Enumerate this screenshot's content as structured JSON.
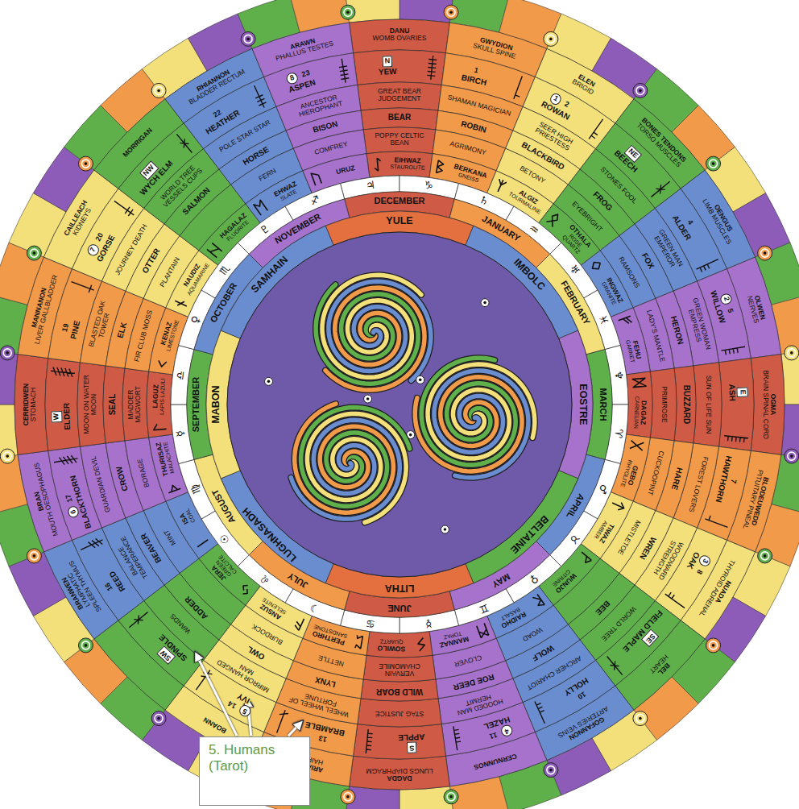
{
  "diagram": {
    "nodes": [
      {
        "text": [
          "DANU",
          "WOMB OVARIES"
        ]
      },
      {
        "text": [
          "GWYDION",
          "SKULL SPINE"
        ]
      },
      {
        "text": [
          "ELEN",
          "BRIGID"
        ]
      },
      {
        "text": [
          "BONES TENDONS",
          "TORSO MUSCLES"
        ]
      },
      {
        "text": [
          "OENGUS",
          "LIMB MUSCLES"
        ]
      },
      {
        "text": [
          "OLWEN",
          "NERVES"
        ]
      },
      {
        "text": [
          "OGMA",
          "BRAIN SPINAL CORD"
        ]
      },
      {
        "text": [
          "BLODEUWEDD",
          "PITUITARY PINEAL"
        ]
      },
      {
        "text": [
          "NUADA",
          "THYROID ADRENAL"
        ]
      },
      {
        "text": [
          "BEL",
          "HEART"
        ]
      },
      {
        "text": [
          "GOFANNON",
          "ARTERIES VEINS"
        ]
      },
      {
        "text": [
          "CERNUNNOS"
        ]
      },
      {
        "text": [
          "DAGDA",
          "LUNGS DIAPHRAGM"
        ]
      },
      {
        "text": [
          "ARIANRHOD",
          "HAIR NAILS"
        ]
      },
      {
        "text": [
          "BOANN"
        ]
      },
      {
        "text": [
          "BRANWEN",
          "LYMPHATIC",
          "SPLEEN THYMUS"
        ]
      },
      {
        "text": [
          "BRAN",
          "MOUTH OESOPHAGUS"
        ]
      },
      {
        "text": [
          "CERRIDWEN",
          "STOMACH"
        ]
      },
      {
        "text": [
          "MANNANON",
          "LIVER GALLBLADDER"
        ]
      },
      {
        "text": [
          "CAILLEACH",
          "KIDNEYS"
        ]
      },
      {
        "text": [
          "MORRIGAN"
        ]
      },
      {
        "text": [
          "RHIANNON",
          "BLADDER RECTUM"
        ]
      },
      {
        "text": [
          "ARAWN",
          "PHALLUS TESTES"
        ]
      },
      {
        "text": [
          "YEW",
          "N"
        ]
      },
      {
        "text": [
          "BIRCH",
          "1"
        ]
      },
      {
        "text": [
          "ROWAN",
          "1",
          "2"
        ]
      },
      {
        "text": [
          "BEECH",
          "NE"
        ]
      },
      {
        "text": [
          "ALDER",
          "4"
        ]
      },
      {
        "text": [
          "WILLOW",
          "2",
          "5"
        ]
      },
      {
        "text": [
          "ASH",
          "E"
        ]
      },
      {
        "text": [
          "HAWTHORN",
          "7"
        ]
      },
      {
        "text": [
          "OAK",
          "3",
          "8"
        ]
      },
      {
        "text": [
          "FIELD MAPLE",
          "SE"
        ]
      },
      {
        "text": [
          "HOLLY",
          "10"
        ]
      },
      {
        "text": [
          "HAZEL",
          "4",
          "11"
        ]
      },
      {
        "text": [
          "APPLE",
          "S"
        ]
      },
      {
        "text": [
          "BRAMBLE",
          "13"
        ]
      },
      {
        "text": [
          "IVY",
          "5",
          "14"
        ]
      },
      {
        "text": [
          "SPINDLE",
          "SW"
        ]
      },
      {
        "text": [
          "REED",
          "16"
        ]
      },
      {
        "text": [
          "BLACKTHORN",
          "6",
          "17"
        ]
      },
      {
        "text": [
          "ELDER",
          "W"
        ]
      },
      {
        "text": [
          "PINE",
          "19"
        ]
      },
      {
        "text": [
          "GORSE",
          "7",
          "20"
        ]
      },
      {
        "text": [
          "WYCH ELM",
          "NW"
        ]
      },
      {
        "text": [
          "HEATHER",
          "22"
        ]
      },
      {
        "text": [
          "ASPEN",
          "8",
          "23"
        ]
      },
      {
        "text": [
          "GREAT BEAR JUDGEMENT"
        ]
      },
      {
        "text": [
          "SHAMAN MAGICIAN"
        ]
      },
      {
        "text": [
          "SEER HIGH PRIESTESS"
        ]
      },
      {
        "text": [
          "STONES FOOL"
        ]
      },
      {
        "text": [
          "GREEN MAN EMPEROR"
        ]
      },
      {
        "text": [
          "GREEN WOMAN EMPRESS"
        ]
      },
      {
        "text": [
          "SUN OF LIFE SUN"
        ]
      },
      {
        "text": [
          "FOREST LOVERS"
        ]
      },
      {
        "text": [
          "WOODWARD STRENGTH"
        ]
      },
      {
        "text": [
          "WORLD TREE"
        ]
      },
      {
        "text": [
          "ARCHER CHARIOT"
        ]
      },
      {
        "text": [
          "HOODED MAN HERMIT"
        ]
      },
      {
        "text": [
          "STAG JUSTICE"
        ]
      },
      {
        "text": [
          "WHEEL WHEEL OF FORTUNE"
        ]
      },
      {
        "text": [
          "MIRROR HANGED MAN"
        ]
      },
      {
        "text": [
          "WANDS"
        ]
      },
      {
        "text": [
          "BALANCE TEMPERANCE"
        ]
      },
      {
        "text": [
          "GUARDIAN DEVIL"
        ]
      },
      {
        "text": [
          "MOON ON WATER MOON"
        ]
      },
      {
        "text": [
          "BLASTED OAK TOWER"
        ]
      },
      {
        "text": [
          "JOURNEY DEATH"
        ]
      },
      {
        "text": [
          "WORLD TREE VESSELS CUPS"
        ]
      },
      {
        "text": [
          "POLE STAR STAR"
        ]
      },
      {
        "text": [
          "ANCESTOR HIEROPHANT"
        ]
      },
      {
        "text": [
          "BEAR"
        ]
      },
      {
        "text": [
          "ROBIN"
        ]
      },
      {
        "text": [
          "BLACKBIRD"
        ]
      },
      {
        "text": [
          "FROG"
        ]
      },
      {
        "text": [
          "FOX"
        ]
      },
      {
        "text": [
          "HERON"
        ]
      },
      {
        "text": [
          "BUZZARD"
        ]
      },
      {
        "text": [
          "HARE"
        ]
      },
      {
        "text": [
          "WREN"
        ]
      },
      {
        "text": [
          "BEE"
        ]
      },
      {
        "text": [
          "WOLF"
        ]
      },
      {
        "text": [
          "ROE DEER"
        ]
      },
      {
        "text": [
          "WILD BOAR"
        ]
      },
      {
        "text": [
          "LYNX"
        ]
      },
      {
        "text": [
          "OWL"
        ]
      },
      {
        "text": [
          "ADDER"
        ]
      },
      {
        "text": [
          "BEAVER"
        ]
      },
      {
        "text": [
          "CROW"
        ]
      },
      {
        "text": [
          "SEAL"
        ]
      },
      {
        "text": [
          "ELK"
        ]
      },
      {
        "text": [
          "OTTER"
        ]
      },
      {
        "text": [
          "SALMON"
        ]
      },
      {
        "text": [
          "HORSE"
        ]
      },
      {
        "text": [
          "BISON"
        ]
      },
      {
        "text": [
          "POPPY CELTIC BEAN"
        ]
      },
      {
        "text": [
          "AGRIMONY"
        ]
      },
      {
        "text": [
          "BETONY"
        ]
      },
      {
        "text": [
          "EYEBRIGHT"
        ]
      },
      {
        "text": [
          "RAMSONS"
        ]
      },
      {
        "text": [
          "LADY'S MANTLE"
        ]
      },
      {
        "text": [
          "PRIMROSE"
        ]
      },
      {
        "text": [
          "CUCKOOPINT"
        ]
      },
      {
        "text": [
          "MISTLETOE"
        ]
      },
      {
        "text": [
          "WOAD"
        ]
      },
      {
        "text": [
          "CLOVER"
        ]
      },
      {
        "text": [
          "VERVAIN CHAMOMILE"
        ]
      },
      {
        "text": [
          "NETTLE"
        ]
      },
      {
        "text": [
          "BURDOCK"
        ]
      },
      {
        "text": [
          "MINT"
        ]
      },
      {
        "text": [
          "BORAGE"
        ]
      },
      {
        "text": [
          "MADDER MUGWORT"
        ]
      },
      {
        "text": [
          "FIR CLUB MOSS"
        ]
      },
      {
        "text": [
          "PLANTAIN"
        ]
      },
      {
        "text": [
          "FERN"
        ]
      },
      {
        "text": [
          "COMFREY"
        ]
      },
      {
        "text": [
          "EIHWAZ",
          "STAUROLITE"
        ]
      },
      {
        "text": [
          "BERKANA",
          "GNEISS"
        ]
      },
      {
        "text": [
          "ALGIZ",
          "TOURMALINE"
        ]
      },
      {
        "text": [
          "OTHALA",
          "ROSE QUARTZ"
        ]
      },
      {
        "text": [
          "INGWAZ",
          "GRANITE"
        ]
      },
      {
        "text": [
          "FEHU",
          "GARNET"
        ]
      },
      {
        "text": [
          "DAGAZ",
          "CARNELIAN"
        ]
      },
      {
        "text": [
          "GEBO",
          "RHYOLITE"
        ]
      },
      {
        "text": [
          "TIWAZ",
          "AMBER"
        ]
      },
      {
        "text": [
          "WUNJO",
          "CITRINE"
        ]
      },
      {
        "text": [
          "RAIDHO",
          "BASALT"
        ]
      },
      {
        "text": [
          "MANNAZ",
          "TOPAZ"
        ]
      },
      {
        "text": [
          "SOWILO",
          "QUARTZ"
        ]
      },
      {
        "text": [
          "PERTHRO",
          "SANDSTONE"
        ]
      },
      {
        "text": [
          "ANSUZ",
          "SELENITE"
        ]
      },
      {
        "text": [
          "JERA",
          "GREEN CALCITE"
        ]
      },
      {
        "text": [
          "ISA",
          "COAL"
        ]
      },
      {
        "text": [
          "THURISAZ",
          "MALACHITE"
        ]
      },
      {
        "text": [
          "LAGUZ",
          "LAPIS LAZULI"
        ]
      },
      {
        "text": [
          "KENAZ",
          "LIMESTONE"
        ]
      },
      {
        "text": [
          "NAUDIZ",
          "AQUAMARINE"
        ]
      },
      {
        "text": [
          "HAGALAZ",
          "FLUORITE"
        ]
      },
      {
        "text": [
          "EHWAZ",
          "SLATE"
        ]
      },
      {
        "text": [
          "URUZ"
        ]
      },
      {
        "text": [
          "♃"
        ]
      },
      {
        "text": [
          "♑"
        ]
      },
      {
        "text": [
          "♄"
        ]
      },
      {
        "text": [
          "♒"
        ]
      },
      {
        "text": [
          "♅"
        ]
      },
      {
        "text": [
          "♓"
        ]
      },
      {
        "text": [
          "♆"
        ]
      },
      {
        "text": [
          "♈"
        ]
      },
      {
        "text": [
          "♂"
        ]
      },
      {
        "text": [
          "♉"
        ]
      },
      {
        "text": [
          "♀"
        ]
      },
      {
        "text": [
          "♊"
        ]
      },
      {
        "text": [
          "☿"
        ]
      },
      {
        "text": [
          "♋"
        ]
      },
      {
        "text": [
          "☽"
        ]
      },
      {
        "text": [
          "♌"
        ]
      },
      {
        "text": [
          "☉"
        ]
      },
      {
        "text": [
          "♍"
        ]
      },
      {
        "text": [
          "☿"
        ]
      },
      {
        "text": [
          "♎"
        ]
      },
      {
        "text": [
          "♀"
        ]
      },
      {
        "text": [
          "♏"
        ]
      },
      {
        "text": [
          "♇"
        ]
      },
      {
        "text": [
          "♐"
        ]
      },
      {
        "text": [
          "DECEMBER"
        ]
      },
      {
        "text": [
          "JANUARY"
        ]
      },
      {
        "text": [
          "FEBRUARY"
        ]
      },
      {
        "text": [
          "MARCH"
        ]
      },
      {
        "text": [
          "APRIL"
        ]
      },
      {
        "text": [
          "MAY"
        ]
      },
      {
        "text": [
          "JUNE"
        ]
      },
      {
        "text": [
          "JULY"
        ]
      },
      {
        "text": [
          "AUGUST"
        ]
      },
      {
        "text": [
          "SEPTEMBER"
        ]
      },
      {
        "text": [
          "OCTOBER"
        ]
      },
      {
        "text": [
          "NOVEMBER"
        ]
      },
      {
        "text": [
          "YULE"
        ]
      },
      {
        "text": [
          "IMBOLC"
        ]
      },
      {
        "text": [
          "EOSTRE"
        ]
      },
      {
        "text": [
          "BELTAINE"
        ]
      },
      {
        "text": [
          "LITHA"
        ]
      },
      {
        "text": [
          "LUGHNASADH"
        ]
      },
      {
        "text": [
          "MABON"
        ]
      },
      {
        "text": [
          "SAMHAIN"
        ]
      },
      {
        "text": [
          "5. Humans (Tarot)"
        ]
      }
    ],
    "edges": [
      {
        "from": 184,
        "to": 60,
        "arrow": "to"
      },
      {
        "from": 184,
        "to": 61,
        "arrow": "to"
      },
      {
        "from": 184,
        "to": 62,
        "arrow": "to"
      }
    ]
  }
}
